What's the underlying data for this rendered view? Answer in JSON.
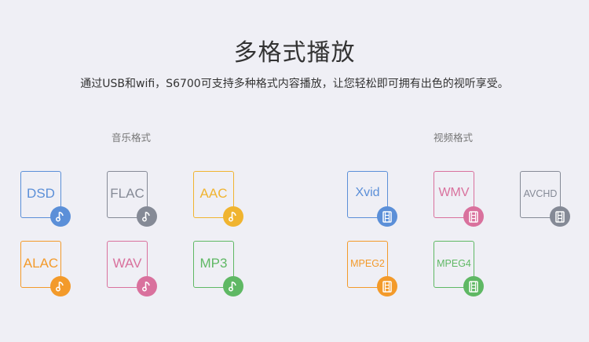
{
  "header": {
    "title": "多格式播放",
    "subtitle": "通过USB和wifi，S6700可支持多种格式内容播放，让您轻松即可拥有出色的视听享受。"
  },
  "audio": {
    "label": "音乐格式",
    "formats": [
      {
        "label": "DSD",
        "color": "#5b8fd8",
        "icon": "music-note-icon"
      },
      {
        "label": "FLAC",
        "color": "#858a96",
        "icon": "music-note-icon"
      },
      {
        "label": "AAC",
        "color": "#f0b430",
        "icon": "music-note-icon"
      },
      {
        "label": "ALAC",
        "color": "#f39a2a",
        "icon": "music-note-icon"
      },
      {
        "label": "WAV",
        "color": "#d9719d",
        "icon": "music-note-icon"
      },
      {
        "label": "MP3",
        "color": "#5fb864",
        "icon": "music-note-icon"
      }
    ]
  },
  "video": {
    "label": "视频格式",
    "formats": [
      {
        "label": "Xvid",
        "color": "#5b8fd8",
        "icon": "film-icon"
      },
      {
        "label": "WMV",
        "color": "#d9719d",
        "icon": "film-icon"
      },
      {
        "label": "AVCHD",
        "color": "#858a96",
        "icon": "film-icon"
      },
      {
        "label": "MPEG2",
        "color": "#f39a2a",
        "icon": "film-icon"
      },
      {
        "label": "MPEG4",
        "color": "#5fb864",
        "icon": "film-icon"
      }
    ]
  }
}
